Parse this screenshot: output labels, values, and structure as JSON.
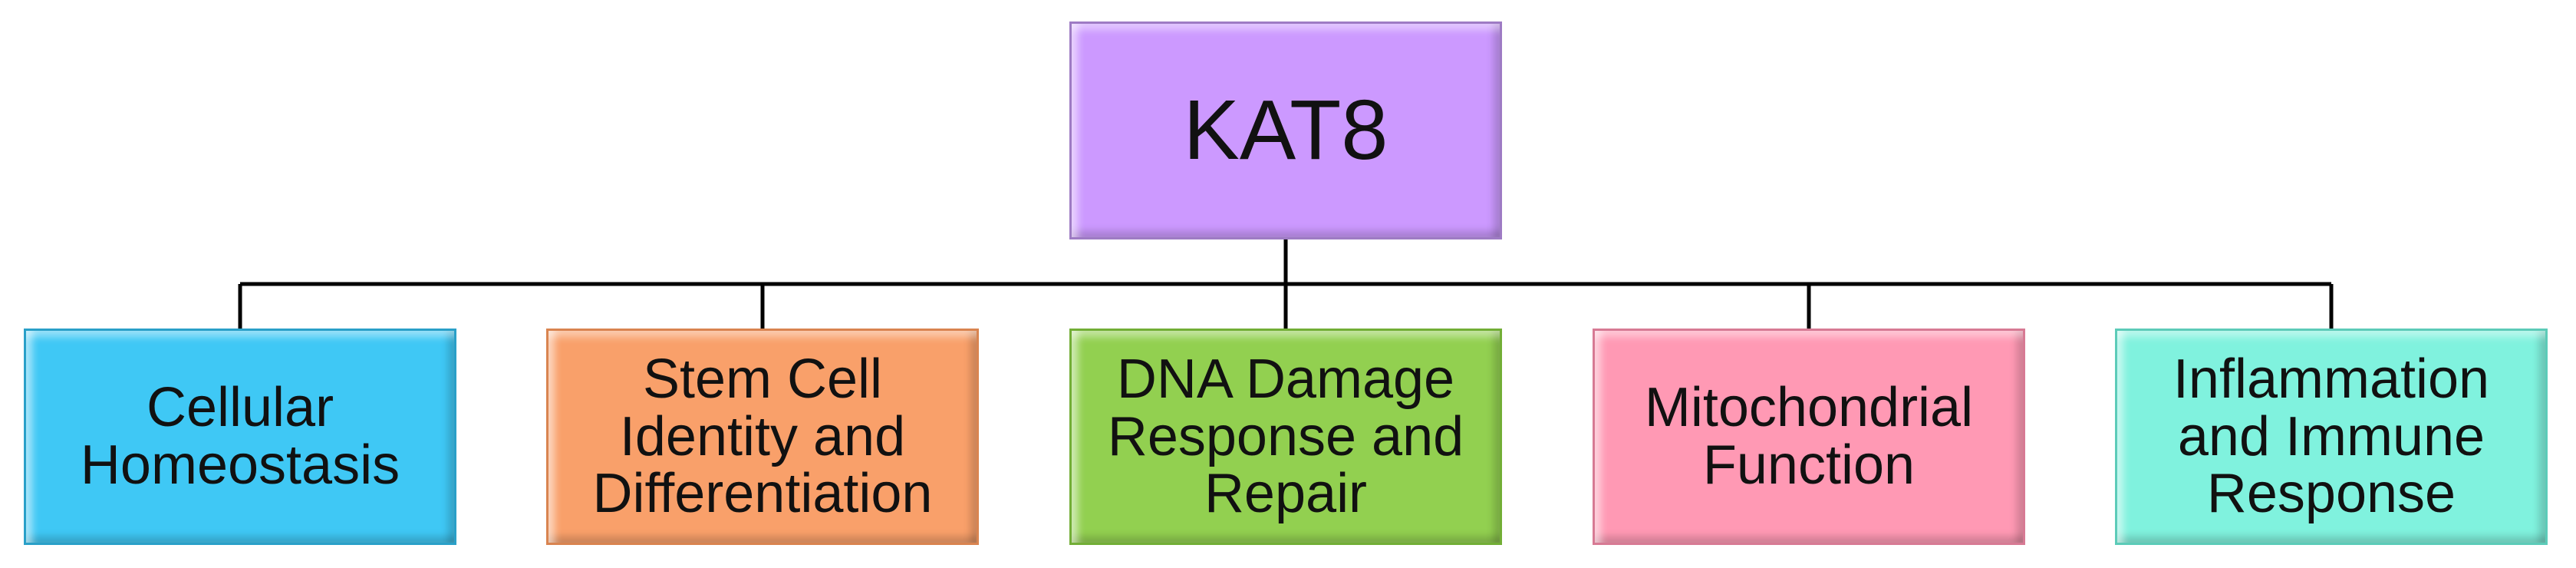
{
  "diagram": {
    "root": {
      "label": "KAT8",
      "fill": "#CC99FF",
      "border": "#9E7BC4"
    },
    "children": [
      {
        "label": "Cellular\nHomeostasis",
        "fill": "#3FC8F5",
        "border": "#2AA0C8"
      },
      {
        "label": "Stem Cell\nIdentity and\nDifferentiation",
        "fill": "#F9A06A",
        "border": "#D98450"
      },
      {
        "label": "DNA Damage\nResponse and\nRepair",
        "fill": "#92D050",
        "border": "#72AE36"
      },
      {
        "label": "Mitochondrial\nFunction",
        "fill": "#FF99B4",
        "border": "#D77A94"
      },
      {
        "label": "Inflammation\nand Immune\nResponse",
        "fill": "#80F2DE",
        "border": "#5CCBB8"
      }
    ],
    "connector_color": "#000000"
  }
}
